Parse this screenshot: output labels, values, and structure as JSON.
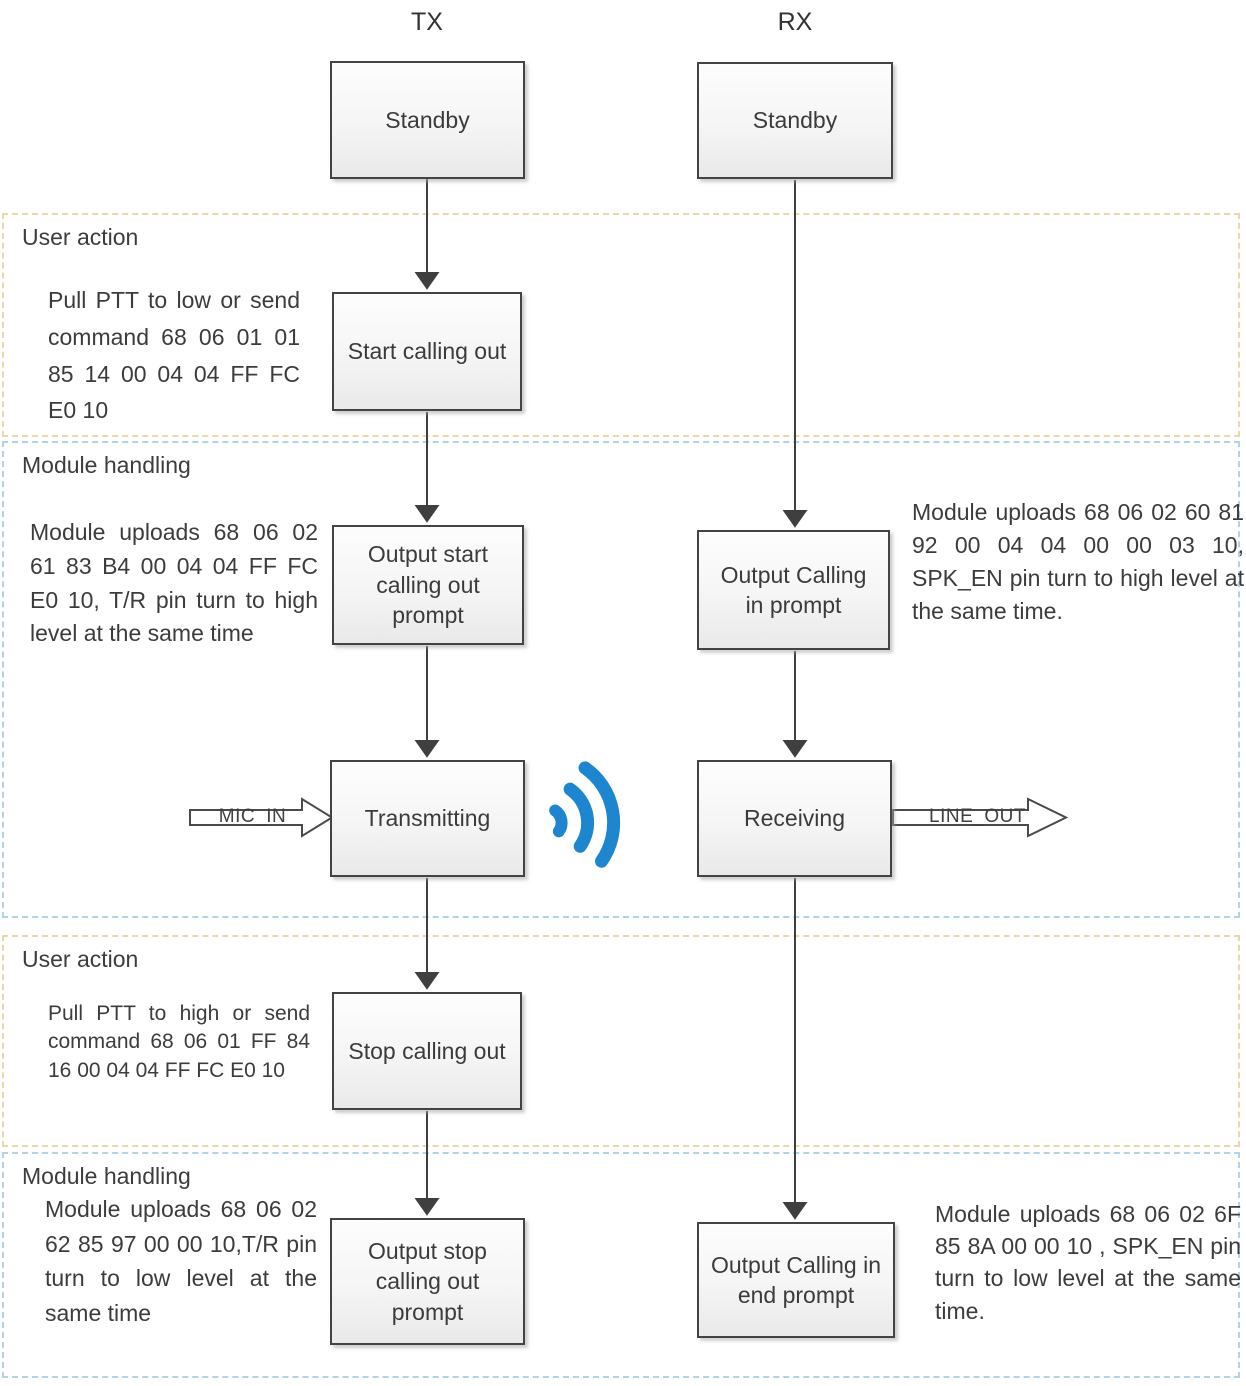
{
  "columns": {
    "tx": "TX",
    "rx": "RX"
  },
  "boxes": {
    "standby_tx": "Standby",
    "standby_rx": "Standby",
    "start_calling_out": "Start calling out",
    "output_start_calling_out": "Output start calling out prompt",
    "output_calling_in": "Output Calling in prompt",
    "transmitting": "Transmitting",
    "receiving": "Receiving",
    "stop_calling_out": "Stop calling out",
    "output_stop_calling_out": "Output stop calling out prompt",
    "output_calling_in_end": "Output Calling in end prompt"
  },
  "bands": {
    "user_action_1": {
      "label": "User action",
      "note": "Pull PTT to low or send command 68 06 01 01 85 14 00 04 04 FF FC E0 10"
    },
    "module_handling_1": {
      "label": "Module handling",
      "note_tx": "Module uploads 68 06 02 61 83 B4 00 04 04 FF FC E0 10, T/R pin turn to high level at the same time",
      "note_rx": "Module uploads 68 06 02 60 81 92 00 04 04 00 00 03 10, SPK_EN pin turn to high level at the same time."
    },
    "user_action_2": {
      "label": "User action",
      "note": "Pull PTT to high or send command 68 06 01 FF 84 16 00 04 04 FF FC E0 10"
    },
    "module_handling_2": {
      "label": "Module handling",
      "note_tx": "Module uploads 68 06 02 62 85 97 00 00 10,T/R pin turn to low level at the same time",
      "note_rx": "Module uploads 68 06 02 6F 85 8A 00 00 10 , SPK_EN pin turn to low level at the same time."
    }
  },
  "signals": {
    "mic_in": "MIC_IN",
    "line_out": "LINE_OUT"
  },
  "icons": {
    "wireless": "signal-waves-icon"
  },
  "colors": {
    "accent_blue": "#1e86cf",
    "user_action_border": "#e9d8ab",
    "module_handling_border": "#b2d2e6",
    "box_border": "#434343",
    "connector": "#3f3f3f"
  }
}
